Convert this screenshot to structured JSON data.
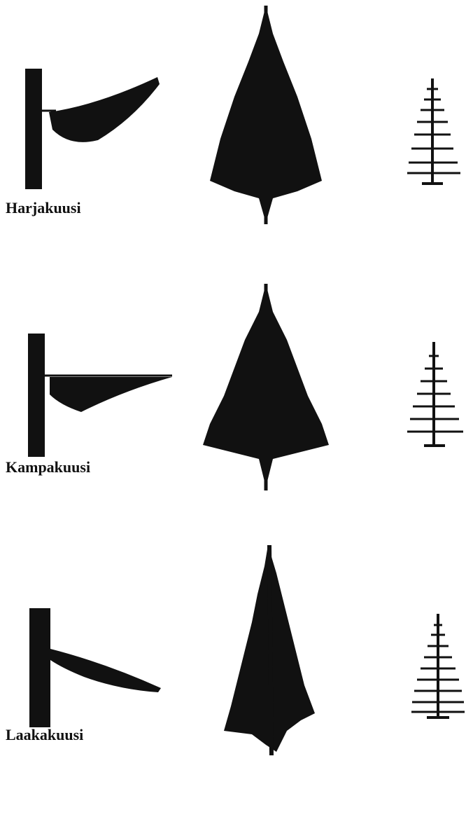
{
  "rows": [
    {
      "label": "Harjakuusi",
      "branch_form": "drooping-upturned"
    },
    {
      "label": "Kampakuusi",
      "branch_form": "comb-horizontal"
    },
    {
      "label": "Laakakuusi",
      "branch_form": "flat-descending"
    }
  ],
  "colors": {
    "ink": "#111111",
    "paper": "#ffffff"
  }
}
